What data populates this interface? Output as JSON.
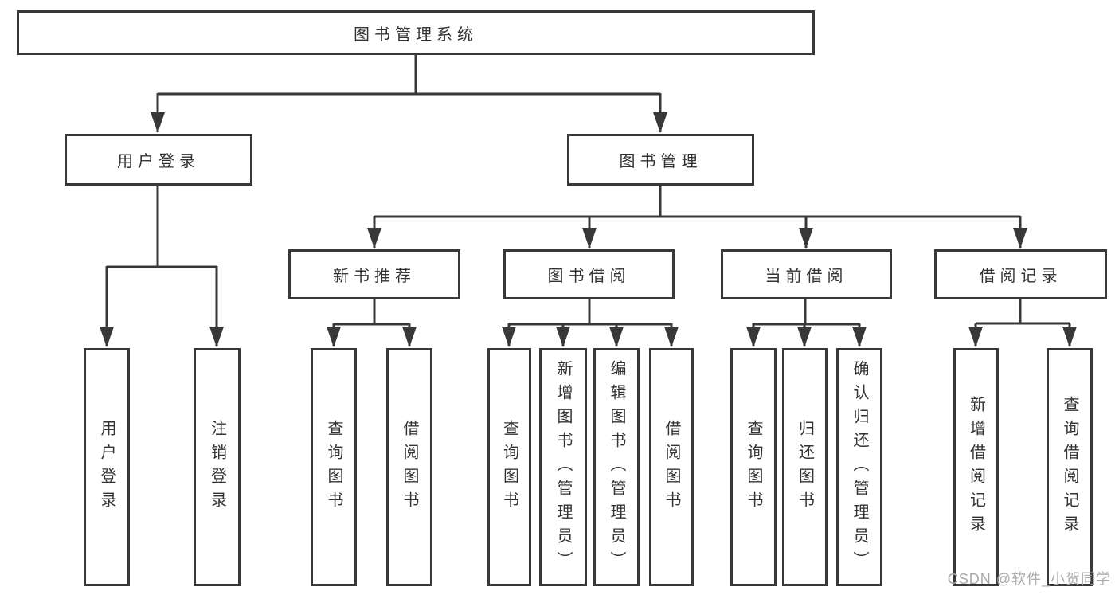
{
  "tree": {
    "label": "图书管理系统",
    "children": [
      {
        "label": "用户登录",
        "children": [
          {
            "label": "用户登录"
          },
          {
            "label": "注销登录"
          }
        ]
      },
      {
        "label": "图书管理",
        "children": [
          {
            "label": "新书推荐",
            "children": [
              {
                "label": "查询图书"
              },
              {
                "label": "借阅图书"
              }
            ]
          },
          {
            "label": "图书借阅",
            "children": [
              {
                "label": "查询图书"
              },
              {
                "label": "新增图书（管理员）"
              },
              {
                "label": "编辑图书（管理员）"
              },
              {
                "label": "借阅图书"
              }
            ]
          },
          {
            "label": "当前借阅",
            "children": [
              {
                "label": "查询图书"
              },
              {
                "label": "归还图书"
              },
              {
                "label": "确认归还（管理员）"
              }
            ]
          },
          {
            "label": "借阅记录",
            "children": [
              {
                "label": "新增借阅记录"
              },
              {
                "label": "查询借阅记录"
              }
            ]
          }
        ]
      }
    ]
  },
  "watermark": {
    "text": "CSDN @软件_小贺同学"
  },
  "colors": {
    "line": "#383838",
    "border": "#383838",
    "text": "#333333",
    "watermark": "#ababab",
    "background": "#ffffff"
  }
}
